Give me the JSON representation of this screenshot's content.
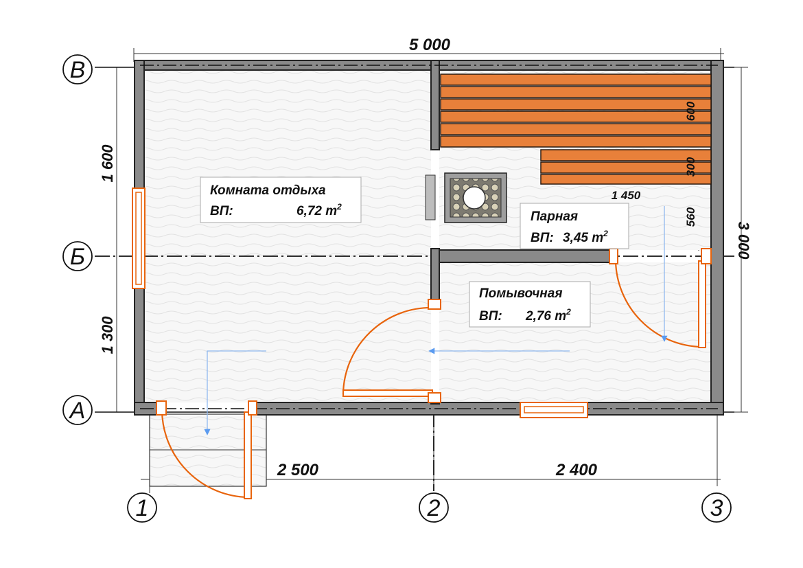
{
  "axes": {
    "rows": [
      "В",
      "Б",
      "А"
    ],
    "cols": [
      "1",
      "2",
      "3"
    ]
  },
  "dimensions": {
    "total_width": "5 000",
    "total_height": "3 000",
    "upper_height": "1 600",
    "lower_height": "1 300",
    "left_bay": "2 500",
    "right_bay": "2 400",
    "bench_length": "1 450",
    "bench_upper": "600",
    "bench_lower": "300",
    "bench_clear": "560"
  },
  "rooms": [
    {
      "name": "Комната отдыха",
      "label": "ВП:",
      "area": "6,72 m",
      "sup": "2"
    },
    {
      "name": "Парная",
      "label": "ВП:",
      "area": "3,45 m",
      "sup": "2"
    },
    {
      "name": "Помывочная",
      "label": "ВП:",
      "area": "2,76 m",
      "sup": "2"
    }
  ],
  "colors": {
    "wall": "#8a8a8a",
    "accent": "#e8640c",
    "bench": "#e8803a",
    "arrow": "#5b9bf0"
  }
}
